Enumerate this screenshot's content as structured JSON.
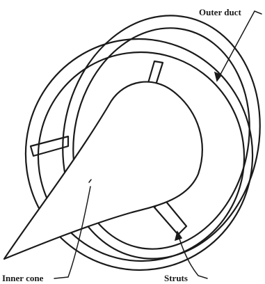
{
  "labels": {
    "outer_duct": "Outer duct",
    "inner_cone": "Inner cone",
    "struts": "Struts"
  },
  "colors": {
    "ink": "#1a1a1a",
    "background": "#ffffff"
  }
}
